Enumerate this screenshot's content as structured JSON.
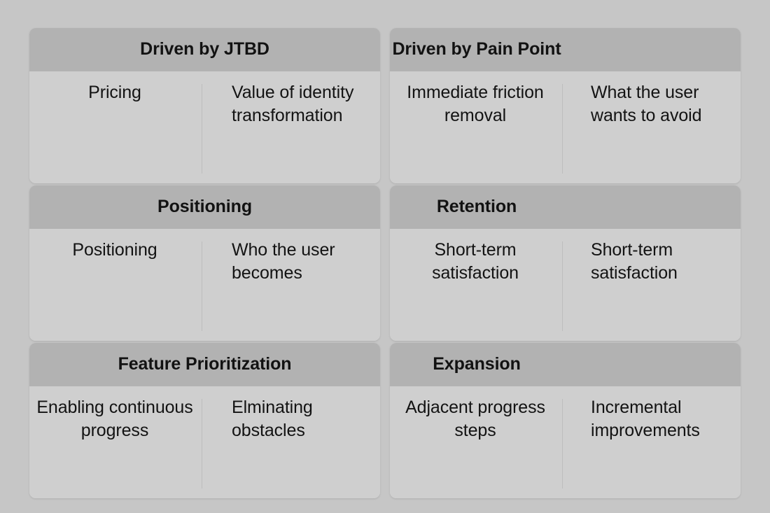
{
  "theme": {
    "page_background": "#c6c6c6",
    "card_header_background": "#b2b2b2",
    "card_body_background": "#cfcfcf",
    "divider_color": "#bdbdbd",
    "text_color": "#121212"
  },
  "cards": [
    {
      "title": "Driven by JTBD",
      "column": "left",
      "left_cell": "Pricing",
      "right_cell": "Value of identity transformation"
    },
    {
      "title": "Driven by Pain Point",
      "column": "right",
      "left_cell": "Immediate friction removal",
      "right_cell": "What the user wants to avoid"
    },
    {
      "title": "Positioning",
      "column": "left",
      "left_cell": "Positioning",
      "right_cell": "Who the user becomes"
    },
    {
      "title": "Retention",
      "column": "right",
      "left_cell": "Short-term satisfaction",
      "right_cell": "Short-term satisfaction"
    },
    {
      "title": "Feature Prioritization",
      "column": "left",
      "left_cell": "Enabling continuous progress",
      "right_cell": "Elminating obstacles"
    },
    {
      "title": "Expansion",
      "column": "right",
      "left_cell": "Adjacent progress steps",
      "right_cell": "Incremental improvements"
    }
  ]
}
